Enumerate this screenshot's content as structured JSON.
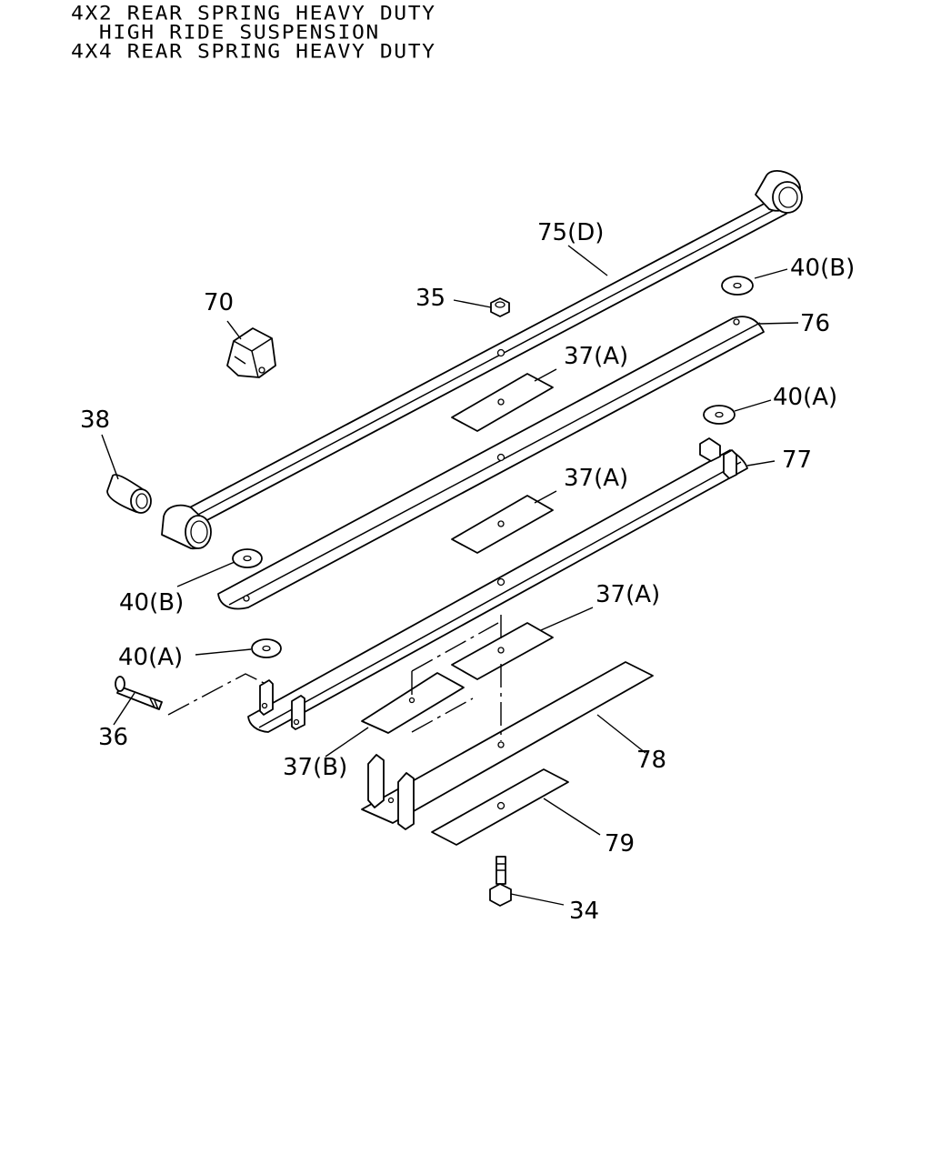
{
  "title_lines": [
    "4X2 REAR SPRING HEAVY DUTY",
    "  HIGH RIDE SUSPENSION",
    "4X4 REAR SPRING HEAVY DUTY"
  ],
  "callouts": {
    "c75D": "75(D)",
    "c40B_top": "40(B)",
    "c35": "35",
    "c70": "70",
    "c76": "76",
    "c37A_1": "37(A)",
    "c40A_top": "40(A)",
    "c38": "38",
    "c77": "77",
    "c37A_2": "37(A)",
    "c40B_left": "40(B)",
    "c37A_3": "37(A)",
    "c40A_left": "40(A)",
    "c36": "36",
    "c78": "78",
    "c37B": "37(B)",
    "c79": "79",
    "c34": "34"
  }
}
